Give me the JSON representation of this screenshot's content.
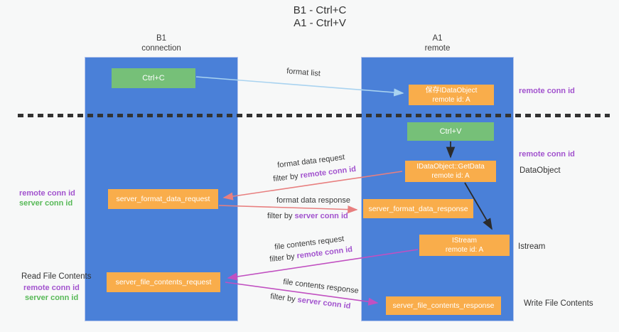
{
  "title": {
    "line1": "B1 - Ctrl+C",
    "line2": "A1 - Ctrl+V"
  },
  "lanes": {
    "left": {
      "name": "B1",
      "role": "connection"
    },
    "right": {
      "name": "A1",
      "role": "remote"
    }
  },
  "nodes": {
    "ctrl_c": {
      "label": "Ctrl+C"
    },
    "ctrl_v": {
      "label": "Ctrl+V"
    },
    "save_dataobject": {
      "line1": "保存IDataObject",
      "line2": "remote id: A"
    },
    "getdata": {
      "line1": "IDataObject::GetData",
      "line2": "remote id: A"
    },
    "istream": {
      "line1": "IStream",
      "line2": "remote id: A"
    },
    "format_request": {
      "label": "server_format_data_request"
    },
    "format_response": {
      "label": "server_format_data_response"
    },
    "file_request": {
      "label": "server_file_contents_request"
    },
    "file_response": {
      "label": "server_file_contents_response"
    }
  },
  "arrow_labels": {
    "format_list": "format list",
    "format_data_request": "format data request",
    "format_data_response": "format data response",
    "file_contents_request": "file contents request",
    "file_contents_response": "file contents response",
    "filter_by": "filter by",
    "remote_conn_id": "remote conn id",
    "server_conn_id": "server conn id"
  },
  "side_notes": {
    "right_remote_conn_id_top": "remote conn id",
    "right_remote_conn_id_mid": "remote conn id",
    "dataobject": "DataObject",
    "istream": "Istream",
    "write_file_contents": "Write File Contents",
    "left_remote_conn_id_1": "remote conn id",
    "left_server_conn_id_1": "server conn id",
    "read_file_contents": "Read File Contents",
    "left_remote_conn_id_2": "remote conn id",
    "left_server_conn_id_2": "server conn id"
  },
  "colors": {
    "lane_blue": "#4a80d8",
    "node_orange": "#f9ad4b",
    "node_green": "#76c078",
    "arrow_lightblue": "#a9d3f0",
    "arrow_red": "#e87f7f",
    "arrow_magenta": "#c150c1",
    "text_purple": "#a253ce",
    "text_green": "#57b957",
    "dash": "#333333"
  }
}
